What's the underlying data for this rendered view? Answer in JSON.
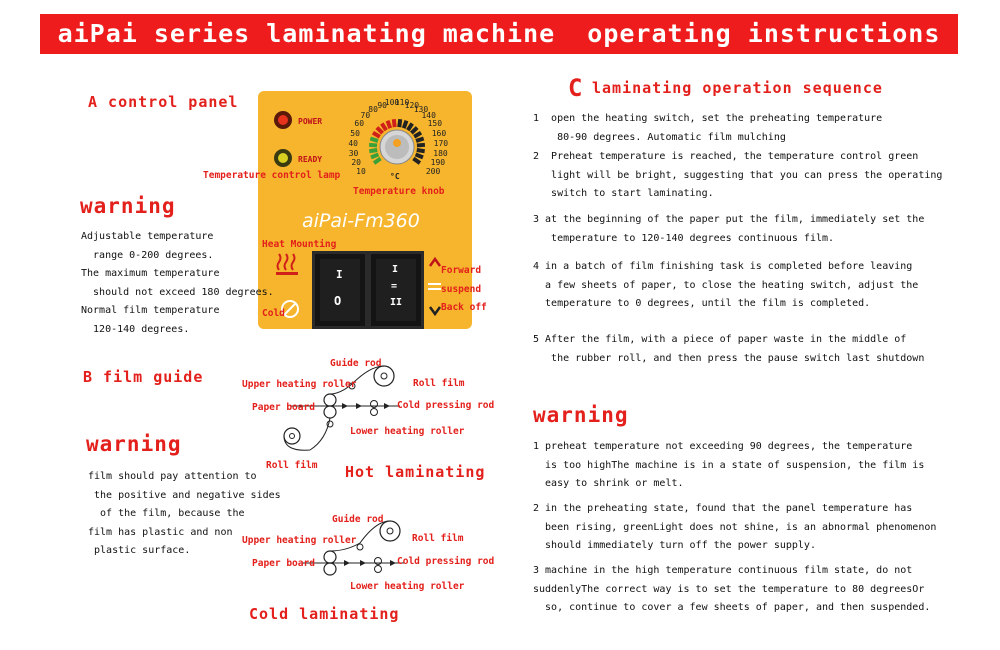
{
  "banner": {
    "title": "aiPai series laminating machine  operating instructions"
  },
  "section_a": {
    "title": "A control panel"
  },
  "section_b": {
    "title": "B film guide"
  },
  "section_c": {
    "letter": "C",
    "title": "laminating operation sequence"
  },
  "panel": {
    "power_label": "POWER",
    "ready_label": "READY",
    "model": "aiPai-Fm360",
    "dial_numbers": [
      "10",
      "20",
      "30",
      "40",
      "50",
      "60",
      "70",
      "80",
      "90",
      "100",
      "110",
      "120",
      "130",
      "140",
      "150",
      "160",
      "170",
      "180",
      "190",
      "200"
    ],
    "dial_unit": "°C",
    "temperature_control_lamp": "Temperature control lamp",
    "temperature_knob": "Temperature knob",
    "heat_mounting": "Heat Mounting",
    "cold": "Cold",
    "forward": "Forward",
    "suspend": "suspend",
    "back_off": "Back off",
    "rocker_left_top": "I",
    "rocker_left_bottom": "O",
    "rocker_right_top": "I",
    "rocker_right_mid": "=",
    "rocker_right_bottom": "II"
  },
  "warning_1": {
    "title": "warning",
    "lines": [
      "Adjustable temperature",
      "  range 0-200 degrees.",
      "The maximum temperature",
      "  should not exceed 180 degrees.",
      "Normal film temperature",
      "  120-140 degrees."
    ]
  },
  "warning_2": {
    "title": "warning",
    "lines": [
      "film should pay attention to",
      " the positive and negative sides",
      "  of the film, because the",
      "film has plastic and non",
      " plastic surface."
    ]
  },
  "hot_diagram": {
    "caption": "Hot laminating",
    "guide_rod": "Guide rod",
    "upper_heating_roller": "Upper heating roller",
    "roll_film_right": "Roll film",
    "paper_board": "Paper board",
    "cold_pressing_rod": "Cold pressing rod",
    "lower_heating_roller": "Lower heating roller",
    "roll_film_bottom": "Roll film"
  },
  "cold_diagram": {
    "caption": "Cold laminating",
    "guide_rod": "Guide rod",
    "upper_heating_roller": "Upper heating roller",
    "roll_film_right": "Roll film",
    "paper_board": "Paper board",
    "cold_pressing_rod": "Cold pressing rod",
    "lower_heating_roller": "Lower heating roller"
  },
  "steps": {
    "s1": [
      "1  open the heating switch, set the preheating temperature",
      "    80-90 degrees. Automatic film mulching"
    ],
    "s2": [
      "2  Preheat temperature is reached, the temperature control green",
      "   light will be bright, suggesting that you can press the operating",
      "   switch to start laminating."
    ],
    "s3": [
      "3 at the beginning of the paper put the film, immediately set the",
      "   temperature to 120-140 degrees continuous film."
    ],
    "s4": [
      "4 in a batch of film finishing task is completed before leaving",
      "  a few sheets of paper, to close the heating switch, adjust the",
      "  temperature to 0 degrees, until the film is completed."
    ],
    "s5": [
      "5 After the film, with a piece of paper waste in the middle of",
      "   the rubber roll, and then press the pause switch last shutdown"
    ]
  },
  "warning_3": {
    "title": "warning",
    "w1": [
      "1 preheat temperature not exceeding 90 degrees, the temperature",
      "  is too highThe machine is in a state of suspension, the film is",
      "  easy to shrink or melt."
    ],
    "w2": [
      "2 in the preheating state, found that the panel temperature has",
      "  been rising, greenLight does not shine, is an abnormal phenomenon",
      "  should immediately turn off the power supply."
    ],
    "w3": [
      "3 machine in the high temperature continuous film state, do not",
      "suddenlyThe correct way is to set the temperature to 80 degreesOr",
      "  so, continue to cover a few sheets of paper, and then suspended."
    ]
  },
  "colors": {
    "banner": "#ee1c1c",
    "accent_red": "#e3201b",
    "panel": "#f6b52d"
  }
}
